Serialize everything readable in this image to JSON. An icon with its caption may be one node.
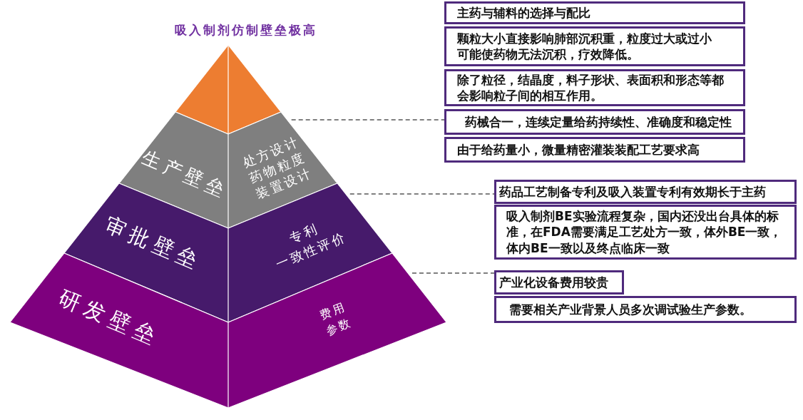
{
  "diagram": {
    "title": "吸入制剂仿制壁垒极高",
    "nodes": [
      {
        "text": [],
        "shape": "triangle"
      },
      {
        "text": [
          "生产壁垒",
          "处方设计",
          "药物粒度",
          "装置设计"
        ]
      },
      {
        "text": [
          "审批壁垒",
          "专利",
          "一致性评价"
        ]
      },
      {
        "text": [
          "研发壁垒",
          "费用",
          "参数"
        ]
      },
      {
        "text": [
          "主药与辅料的选择与配比"
        ]
      },
      {
        "text": [
          "颗粒大小直接影响肺部沉积重，粒度过大或过小可能使药物无法沉积，疗效降低。"
        ]
      },
      {
        "text": [
          "除了粒径，结晶度，料子形状、表面积和形态等都会影响粒子间的相互作用。"
        ]
      },
      {
        "text": [
          "药械合一，连续定量给药持续性、准确度和稳定性"
        ]
      },
      {
        "text": [
          "由于给药量小，微量精密灌装装配工艺要求高"
        ]
      },
      {
        "text": [
          "药品工艺制备专利及吸入装置专利有效期长于主药"
        ]
      },
      {
        "text": [
          "吸入制剂BE实验流程复杂，国内还没出台具体的标准，在FDA需要满足工艺处方一致，体外BE一致，体内BE一致以及终点临床一致"
        ]
      },
      {
        "text": [
          "产业化设备费用较贵"
        ]
      },
      {
        "text": [
          "需要相关产业背景人员多次调试验生产参数。"
        ]
      }
    ],
    "edges": [
      {
        "from": 1,
        "to": 7,
        "arrow": "none",
        "style": "dashed"
      },
      {
        "from": 2,
        "to": 9,
        "arrow": "none",
        "style": "dashed"
      },
      {
        "from": 3,
        "to": 11,
        "arrow": "none",
        "style": "dashed"
      }
    ]
  }
}
